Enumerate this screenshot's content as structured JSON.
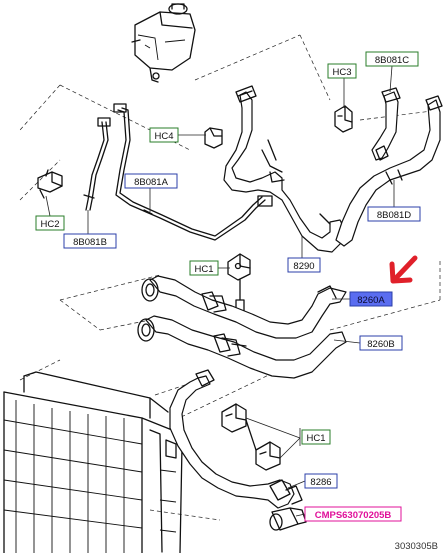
{
  "labels": {
    "hc3": "HC3",
    "l8b081c": "8B081C",
    "hc4": "HC4",
    "l8b081a": "8B081A",
    "hc2": "HC2",
    "l8b081b": "8B081B",
    "l8b081d": "8B081D",
    "hc1_top": "HC1",
    "l8290": "8290",
    "l8260a": "8260A",
    "l8260b": "8260B",
    "hc1_bottom": "HC1",
    "l8286": "8286",
    "cmps": "CMPS63070205B",
    "diagram_id": "3030305B"
  },
  "colors": {
    "green_box": "#2a7d2a",
    "blue_box": "#2b3fa8",
    "highlight_fill": "#5a6df0",
    "magenta": "#e0109a",
    "red_arrow": "#e0202a"
  }
}
